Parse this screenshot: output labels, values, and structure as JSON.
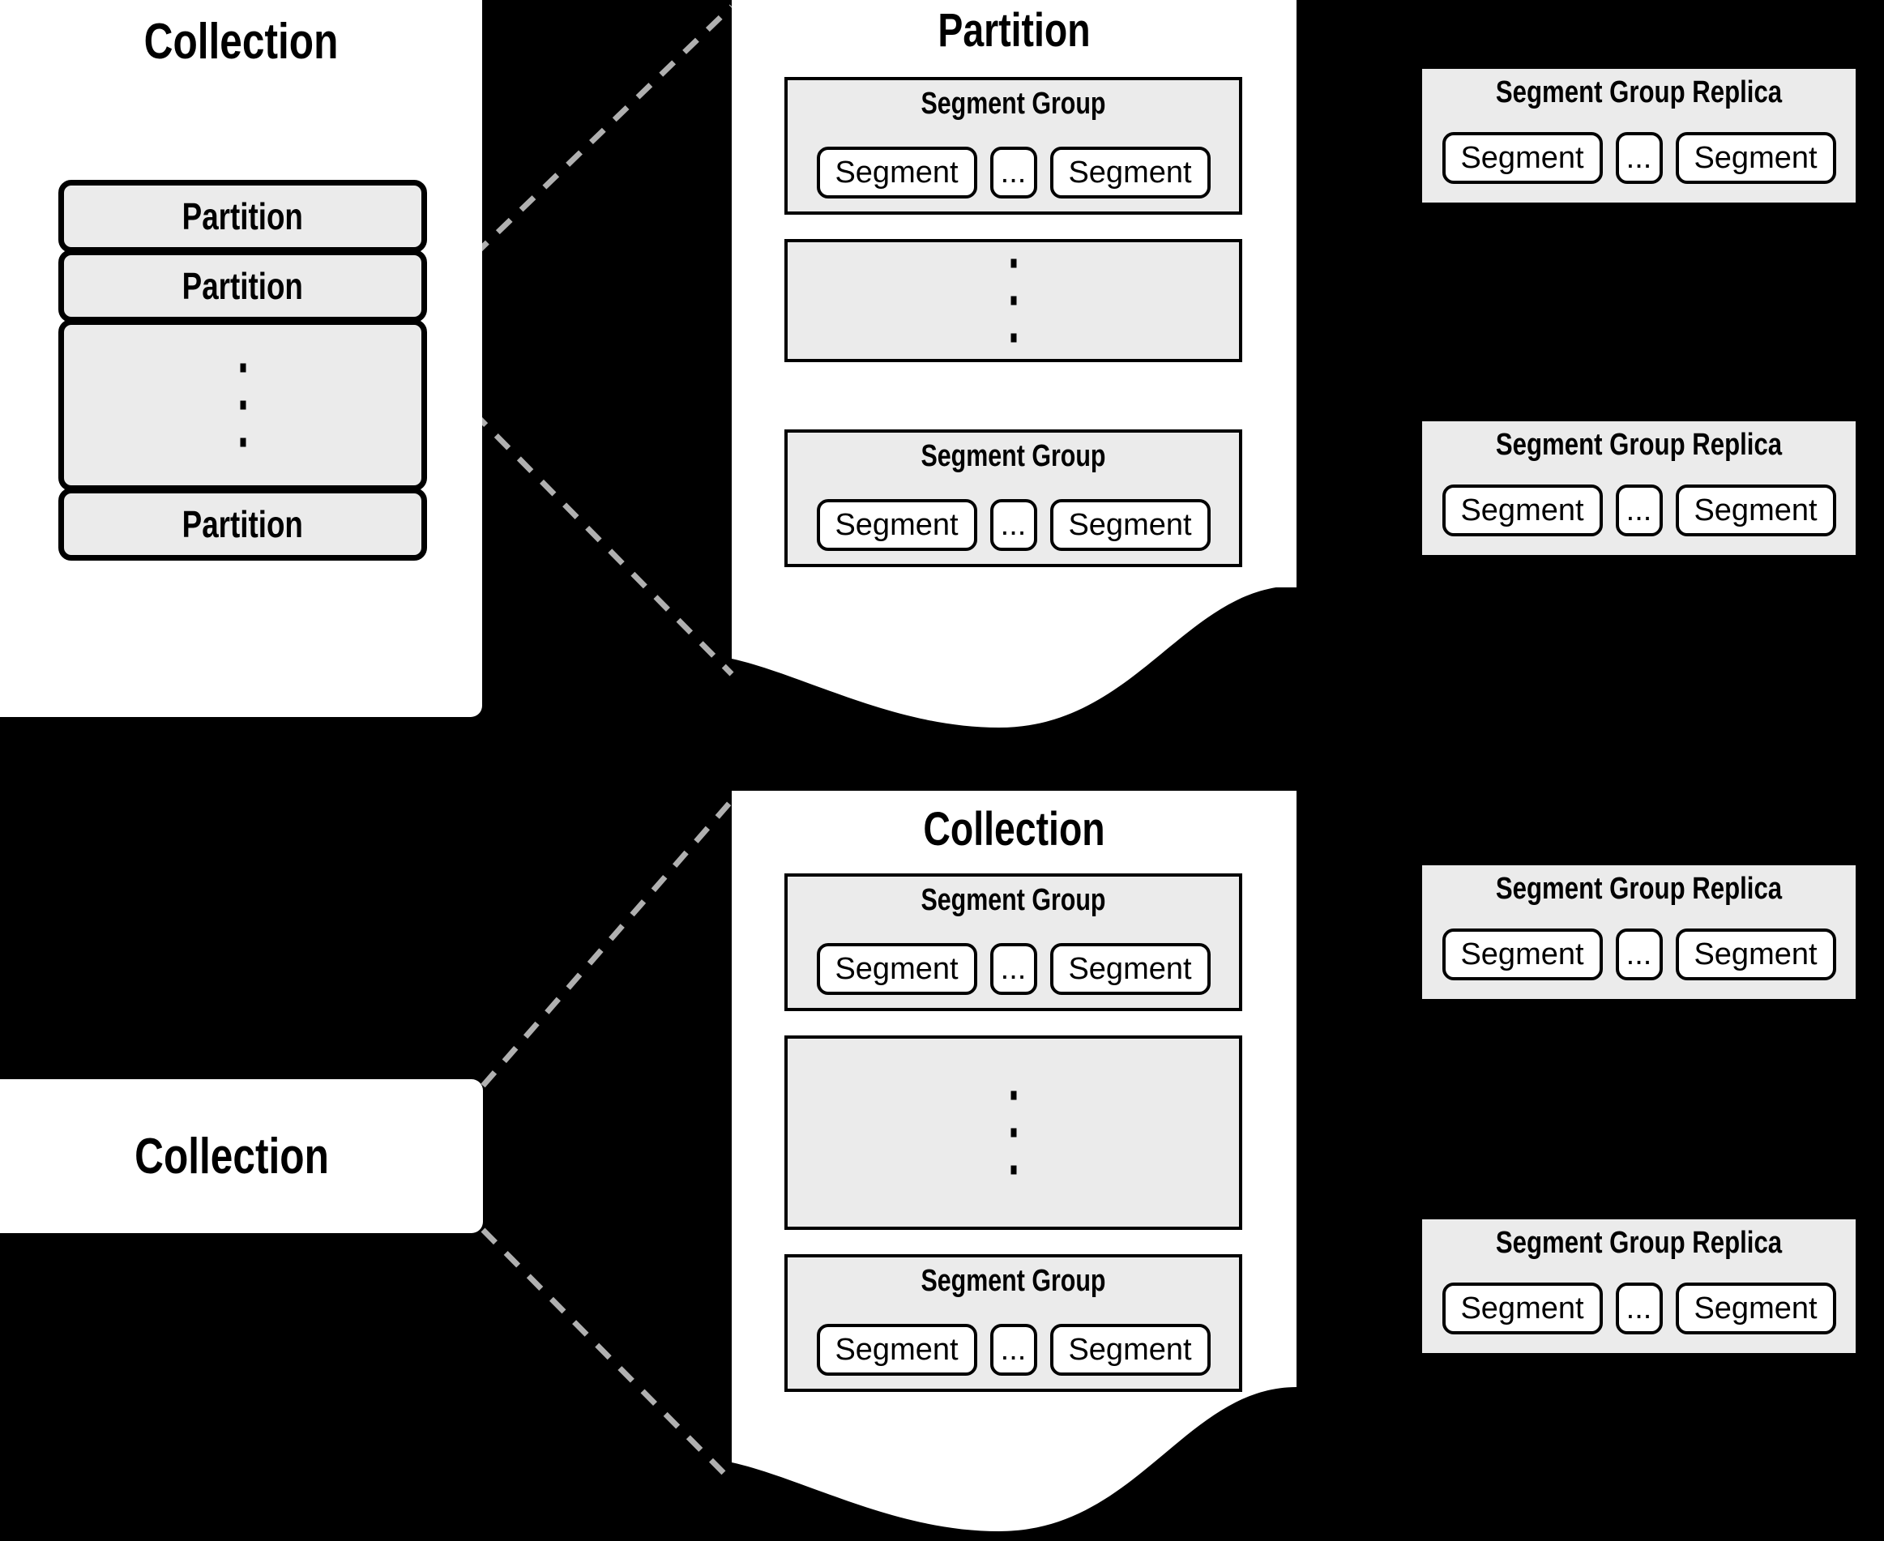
{
  "diagram": {
    "title_collection": "Collection",
    "title_partition": "Partition",
    "label_partition": "Partition",
    "label_segment_group": "Segment Group",
    "label_segment_group_replica": "Segment Group Replica",
    "label_segment": "Segment",
    "label_ellipsis": "...",
    "colors": {
      "background": "#000000",
      "panel_fill": "#ffffff",
      "box_fill": "#ebebeb",
      "stroke": "#000000",
      "connector": "#b0b0b0"
    }
  },
  "left_collection": {
    "title": "Collection",
    "partitions": [
      {
        "label": "Partition",
        "kind": "named"
      },
      {
        "label": "Partition",
        "kind": "named"
      },
      {
        "label": "",
        "kind": "ellipsis"
      },
      {
        "label": "Partition",
        "kind": "named"
      }
    ]
  },
  "left_collection_bottom": {
    "title": "Collection"
  },
  "partition_panel": {
    "title": "Partition",
    "groups": [
      {
        "title": "Segment Group",
        "segments": [
          "Segment",
          "...",
          "Segment"
        ]
      },
      {
        "title": "",
        "kind": "ellipsis"
      },
      {
        "title": "Segment Group",
        "segments": [
          "Segment",
          "...",
          "Segment"
        ]
      }
    ]
  },
  "collection_panel": {
    "title": "Collection",
    "groups": [
      {
        "title": "Segment Group",
        "segments": [
          "Segment",
          "...",
          "Segment"
        ]
      },
      {
        "title": "",
        "kind": "ellipsis"
      },
      {
        "title": "Segment Group",
        "segments": [
          "Segment",
          "...",
          "Segment"
        ]
      }
    ]
  },
  "replicas": [
    {
      "title": "Segment Group Replica",
      "segments": [
        "Segment",
        "...",
        "Segment"
      ]
    },
    {
      "title": "Segment Group Replica",
      "segments": [
        "Segment",
        "...",
        "Segment"
      ]
    },
    {
      "title": "Segment Group Replica",
      "segments": [
        "Segment",
        "...",
        "Segment"
      ]
    },
    {
      "title": "Segment Group Replica",
      "segments": [
        "Segment",
        "...",
        "Segment"
      ]
    }
  ]
}
